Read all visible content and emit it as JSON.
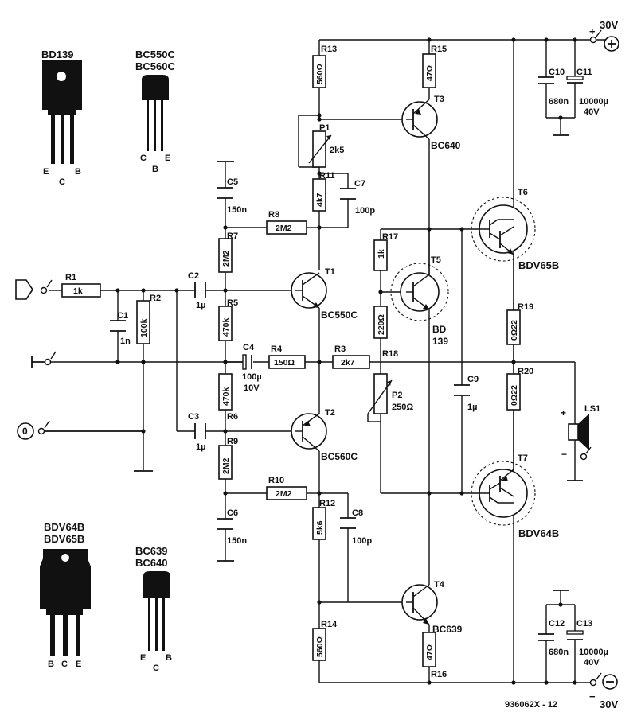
{
  "packages": {
    "bd139": {
      "title": "BD139",
      "pins": [
        "E",
        "C",
        "B"
      ]
    },
    "bc550": {
      "title1": "BC550C",
      "title2": "BC560C",
      "pins": [
        "C",
        "B",
        "E"
      ]
    },
    "bdv64": {
      "title1": "BDV64B",
      "title2": "BDV65B",
      "pins": [
        "B",
        "C",
        "E"
      ]
    },
    "bc639": {
      "title1": "BC639",
      "title2": "BC640",
      "pins": [
        "E",
        "C",
        "B"
      ]
    }
  },
  "supply": {
    "pos_label": "30V",
    "neg_label": "30V",
    "plus": "+",
    "minus": "−"
  },
  "resistors": {
    "r1": {
      "ref": "R1",
      "val": "1k"
    },
    "r2": {
      "ref": "R2",
      "val": "100k"
    },
    "r3": {
      "ref": "R3",
      "val": "2k7"
    },
    "r4": {
      "ref": "R4",
      "val": "150Ω"
    },
    "r5": {
      "ref": "R5",
      "val": "470k"
    },
    "r6": {
      "ref": "R6",
      "val": "470k"
    },
    "r7": {
      "ref": "R7",
      "val": "2M2"
    },
    "r8": {
      "ref": "R8",
      "val": "2M2"
    },
    "r9": {
      "ref": "R9",
      "val": "2M2"
    },
    "r10": {
      "ref": "R10",
      "val": "2M2"
    },
    "r11": {
      "ref": "R11",
      "val": "4k7"
    },
    "r12": {
      "ref": "R12",
      "val": "5k6"
    },
    "r13": {
      "ref": "R13",
      "val": "560Ω"
    },
    "r14": {
      "ref": "R14",
      "val": "560Ω"
    },
    "r15": {
      "ref": "R15",
      "val": "47Ω"
    },
    "r16": {
      "ref": "R16",
      "val": "47Ω"
    },
    "r17": {
      "ref": "R17",
      "val": "1k"
    },
    "r18": {
      "ref": "R18",
      "val": "220Ω"
    },
    "r19": {
      "ref": "R19",
      "val": "0Ω22"
    },
    "r20": {
      "ref": "R20",
      "val": "0Ω22"
    }
  },
  "pots": {
    "p1": {
      "ref": "P1",
      "val": "2k5"
    },
    "p2": {
      "ref": "P2",
      "val": "250Ω"
    }
  },
  "caps": {
    "c1": {
      "ref": "C1",
      "val": "1n"
    },
    "c2": {
      "ref": "C2",
      "val": "1µ"
    },
    "c3": {
      "ref": "C3",
      "val": "1µ"
    },
    "c4": {
      "ref": "C4",
      "val": "100µ",
      "val2": "10V"
    },
    "c5": {
      "ref": "C5",
      "val": "150n"
    },
    "c6": {
      "ref": "C6",
      "val": "150n"
    },
    "c7": {
      "ref": "C7",
      "val": "100p"
    },
    "c8": {
      "ref": "C8",
      "val": "100p"
    },
    "c9": {
      "ref": "C9",
      "val": "1µ"
    },
    "c10": {
      "ref": "C10",
      "val": "680n"
    },
    "c11": {
      "ref": "C11",
      "val": "10000µ",
      "val2": "40V"
    },
    "c12": {
      "ref": "C12",
      "val": "680n"
    },
    "c13": {
      "ref": "C13",
      "val": "10000µ",
      "val2": "40V"
    }
  },
  "transistors": {
    "t1": {
      "ref": "T1",
      "type": "BC550C"
    },
    "t2": {
      "ref": "T2",
      "type": "BC560C"
    },
    "t3": {
      "ref": "T3",
      "type": "BC640"
    },
    "t4": {
      "ref": "T4",
      "type": "BC639"
    },
    "t5": {
      "ref": "T5",
      "type1": "BD",
      "type2": "139"
    },
    "t6": {
      "ref": "T6",
      "type": "BDV65B"
    },
    "t7": {
      "ref": "T7",
      "type": "BDV64B"
    }
  },
  "speaker": {
    "ref": "LS1",
    "plus": "+",
    "minus": "−"
  },
  "input_zero": "0",
  "footer_code": "936062X - 12"
}
